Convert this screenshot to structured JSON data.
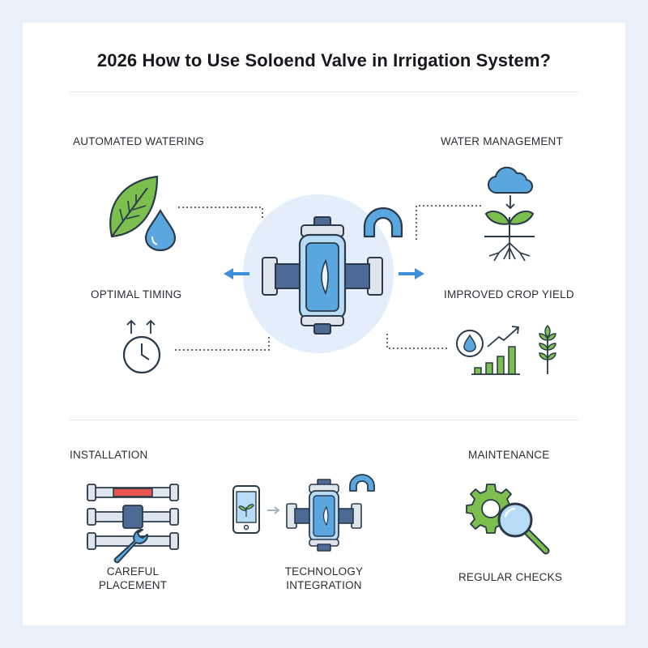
{
  "title": "2026 How to Use Soloend Valve in Irrigation System?",
  "colors": {
    "background": "#eaf1f9",
    "card": "#ffffff",
    "outline": "#2b3a4a",
    "leaf_green": "#7cbf4e",
    "water_blue": "#5aa7e0",
    "valve_blue": "#b8dcf6",
    "arrow_blue": "#3f8fd8",
    "seal_red": "#e8544f",
    "halo": "#e3eefa"
  },
  "sections": {
    "top": {
      "left_top": "AUTOMATED WATERING",
      "right_top": "WATER MANAGEMENT",
      "left_bottom": "OPTIMAL TIMING",
      "right_bottom": "IMPROVED CROP YIELD"
    },
    "bottom": {
      "installation": "INSTALLATION",
      "maintenance": "MAINTENANCE",
      "careful_placement": "CAREFUL PLACEMENT",
      "technology_integration": "TECHNOLOGY INTEGRATION",
      "regular_checks": "REGULAR CHECKS"
    }
  },
  "icons": [
    "leaf-icon",
    "water-drop-icon",
    "cloud-icon",
    "sprout-icon",
    "roots-icon",
    "solenoid-valve-icon",
    "magnet-coil-icon",
    "arrow-left-icon",
    "arrow-right-icon",
    "alarm-clock-icon",
    "growth-chart-icon",
    "wheat-icon",
    "pipe-assembly-icon",
    "wrench-icon",
    "smartphone-icon",
    "gear-icon",
    "magnifier-icon"
  ]
}
